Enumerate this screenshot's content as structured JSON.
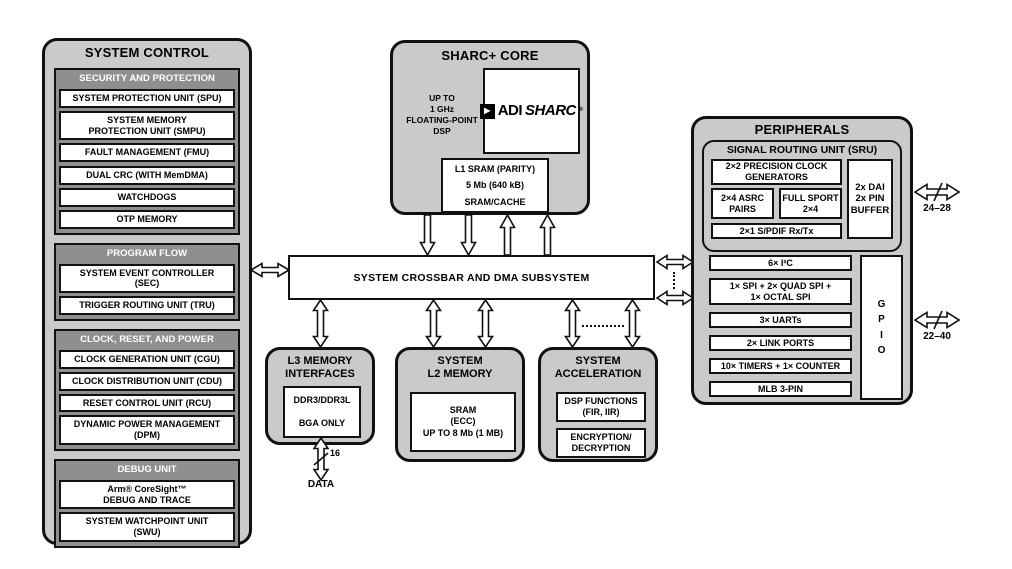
{
  "colors": {
    "container_fill": "#cacaca",
    "group_fill": "#8f8f8f",
    "item_fill": "#ffffff",
    "line": "#111111"
  },
  "system_control": {
    "title": "SYSTEM CONTROL",
    "groups": [
      {
        "header": "SECURITY AND PROTECTION",
        "items": [
          "SYSTEM PROTECTION UNIT (SPU)",
          "SYSTEM MEMORY\nPROTECTION UNIT (SMPU)",
          "FAULT MANAGEMENT (FMU)",
          "DUAL CRC (WITH MemDMA)",
          "WATCHDOGS",
          "OTP MEMORY"
        ]
      },
      {
        "header": "PROGRAM FLOW",
        "items": [
          "SYSTEM EVENT CONTROLLER\n(SEC)",
          "TRIGGER ROUTING UNIT (TRU)"
        ]
      },
      {
        "header": "CLOCK, RESET, AND POWER",
        "items": [
          "CLOCK GENERATION UNIT (CGU)",
          "CLOCK DISTRIBUTION UNIT (CDU)",
          "RESET CONTROL UNIT (RCU)",
          "DYNAMIC POWER MANAGEMENT\n(DPM)"
        ]
      },
      {
        "header": "DEBUG UNIT",
        "items": [
          "Arm® CoreSight™\nDEBUG AND TRACE",
          "SYSTEM WATCHPOINT UNIT\n(SWU)"
        ]
      }
    ]
  },
  "sharc_core": {
    "title": "SHARC+ CORE",
    "description": "UP TO\n1 GHz\nFLOATING-POINT\nDSP",
    "logo": {
      "play_glyph": "▶",
      "brand": "ADI",
      "product": "SHARC",
      "mark": "®"
    },
    "l1_memory": "L1 SRAM (PARITY)\n5 Mb (640 kB)\nSRAM/CACHE"
  },
  "crossbar": {
    "label": "SYSTEM CROSSBAR AND DMA SUBSYSTEM"
  },
  "l3_memory": {
    "title": "L3 MEMORY\nINTERFACES",
    "item": "DDR3/DDR3L\n\nBGA ONLY",
    "bus_width": "16",
    "bus_label": "DATA"
  },
  "l2_memory": {
    "title": "SYSTEM\nL2 MEMORY",
    "item": "SRAM\n(ECC)\nUP TO 8 Mb (1 MB)"
  },
  "acceleration": {
    "title": "SYSTEM\nACCELERATION",
    "items": [
      "DSP FUNCTIONS\n(FIR, IIR)",
      "ENCRYPTION/\nDECRYPTION"
    ]
  },
  "peripherals": {
    "title": "PERIPHERALS",
    "sru": {
      "title": "SIGNAL ROUTING UNIT (SRU)",
      "clock_generators": "2×2 PRECISION CLOCK\nGENERATORS",
      "asrc": "2×4 ASRC\nPAIRS",
      "sport": "FULL SPORT\n2×4",
      "spdif": "2×1 S/PDIF Rx/Tx",
      "dai_buffer": "2x DAI\n2x PIN\nBUFFER",
      "bus_width": "24–28"
    },
    "items": [
      "6× I²C",
      "1× SPI + 2× QUAD SPI +\n1× OCTAL SPI",
      "3× UARTs",
      "2× LINK PORTS",
      "10× TIMERS + 1× COUNTER",
      "MLB 3-PIN"
    ],
    "gpio": {
      "label": "G\nP\nI\nO",
      "bus_width": "22–40"
    }
  }
}
